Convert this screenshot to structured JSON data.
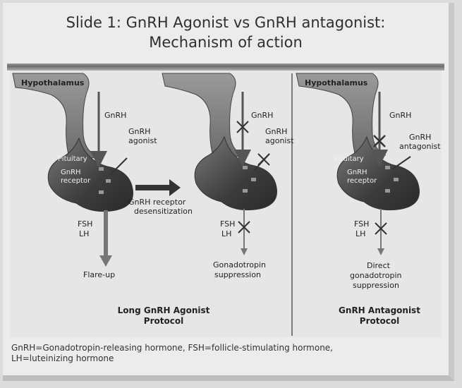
{
  "title": {
    "line1": "Slide 1: GnRH Agonist vs GnRH antagonist:",
    "line2": "Mechanism of action"
  },
  "panel1": {
    "hypothalamus": "Hypothalamus",
    "gnrh": "GnRH",
    "agonist_line1": "GnRH",
    "agonist_line2": "agonist",
    "pituitary": "Pituitary",
    "receptor_line1": "GnRH",
    "receptor_line2": "receptor",
    "fsh": "FSH",
    "lh": "LH",
    "outcome": "Flare-up"
  },
  "transition": {
    "line1": "GnRH receptor",
    "line2": "desensitization"
  },
  "panel2": {
    "gnrh": "GnRH",
    "agonist_line1": "GnRH",
    "agonist_line2": "agonist",
    "fsh": "FSH",
    "lh": "LH",
    "outcome_line1": "Gonadotropin",
    "outcome_line2": "suppression"
  },
  "panel3": {
    "hypothalamus": "Hypothalamus",
    "gnrh": "GnRH",
    "antagonist_line1": "GnRH",
    "antagonist_line2": "antagonist",
    "pituitary": "Pituitary",
    "receptor_line1": "GnRH",
    "receptor_line2": "receptor",
    "fsh": "FSH",
    "lh": "LH",
    "outcome_line1": "Direct",
    "outcome_line2": "gonadotropin",
    "outcome_line3": "suppression"
  },
  "protocols": {
    "agonist_line1": "Long GnRH Agonist",
    "agonist_line2": "Protocol",
    "antagonist_line1": "GnRH Antagonist",
    "antagonist_line2": "Protocol"
  },
  "footnote": {
    "line1": "GnRH=Gonadotropin-releasing hormone, FSH=follicle-stimulating hormone,",
    "line2": "LH=luteinizing hormone"
  }
}
